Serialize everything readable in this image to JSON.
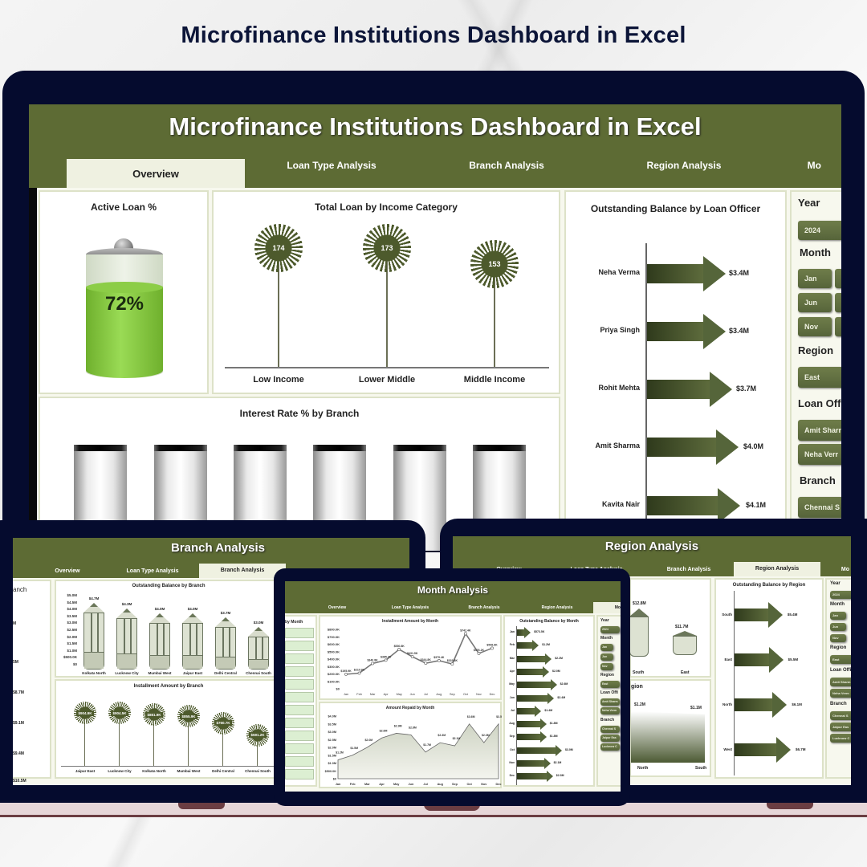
{
  "page_title": "Microfinance Institutions Dashboard in Excel",
  "overview": {
    "header_title": "Microfinance Institutions Dashboard in Excel",
    "tabs": [
      {
        "label": "Overview",
        "active": true
      },
      {
        "label": "Loan Type Analysis"
      },
      {
        "label": "Branch  Analysis"
      },
      {
        "label": "Region Analysis"
      },
      {
        "label": "Mo"
      }
    ],
    "active_loan": {
      "title": "Active Loan %",
      "value": "72%",
      "percent": 72
    },
    "income_chart": {
      "title": "Total Loan by Income Category",
      "items": [
        {
          "label": "Low Income",
          "value": "174"
        },
        {
          "label": "Lower Middle",
          "value": "173"
        },
        {
          "label": "Middle Income",
          "value": "153"
        }
      ]
    },
    "officer_chart": {
      "title": "Outstanding Balance by Loan Officer",
      "items": [
        {
          "label": "Neha Verma",
          "value": "$3.4M"
        },
        {
          "label": "Priya Singh",
          "value": "$3.4M"
        },
        {
          "label": "Rohit Mehta",
          "value": "$3.7M"
        },
        {
          "label": "Amit Sharma",
          "value": "$4.0M"
        },
        {
          "label": "Kavita Nair",
          "value": "$4.1M"
        }
      ]
    },
    "interest_chart": {
      "title": "Interest Rate % by Branch",
      "bars": 6
    },
    "slicers": {
      "year_label": "Year",
      "year_value": "2024",
      "month_label": "Month",
      "months": [
        "Jan",
        "Jun",
        "Nov"
      ],
      "region_label": "Region",
      "region_value": "East",
      "officer_label": "Loan Offi",
      "officers": [
        "Amit Sharn",
        "Neha Verr"
      ],
      "branch_label": "Branch",
      "branches": [
        "Chennai S"
      ]
    }
  },
  "branch": {
    "header_title": "Branch  Analysis",
    "tabs": [
      {
        "label": "Overview"
      },
      {
        "label": "Loan Type Analysis"
      },
      {
        "label": "Branch  Analysis",
        "active": true
      },
      {
        "label": "Region Analysis"
      }
    ],
    "left_title": "anch",
    "left_values": [
      "M",
      "5M",
      "$8.7M",
      "$9.1M",
      "$9.4M",
      "$10.5M"
    ],
    "outstanding": {
      "title": "Outstanding Balance by Branch",
      "yticks": [
        "$5.0M",
        "$4.5M",
        "$4.0M",
        "$3.5M",
        "$3.0M",
        "$2.5M",
        "$2.0M",
        "$1.5M",
        "$1.0M",
        "$500.0K",
        "$0"
      ],
      "items": [
        {
          "label": "Kolkata North",
          "value": "$4.7M"
        },
        {
          "label": "Lucknow City",
          "value": "$4.3M"
        },
        {
          "label": "Mumbai West",
          "value": "$4.0M"
        },
        {
          "label": "Jaipur East",
          "value": "$4.0M"
        },
        {
          "label": "Delhi Central",
          "value": "$3.7M"
        },
        {
          "label": "Chennai South",
          "value": "$3.0M"
        }
      ]
    },
    "installment": {
      "title": "Installment Amount by Branch",
      "items": [
        {
          "label": "Jaipur East",
          "value": "$904.9K"
        },
        {
          "label": "Lucknow City",
          "value": "$904.5K"
        },
        {
          "label": "Kolkata North",
          "value": "$881.9K"
        },
        {
          "label": "Mumbai West",
          "value": "$855.9K"
        },
        {
          "label": "Delhi Central",
          "value": "$760.7K"
        },
        {
          "label": "Chennai South",
          "value": "$591.2K"
        }
      ]
    }
  },
  "region": {
    "header_title": "Region Analysis",
    "tabs": [
      {
        "label": "Overview"
      },
      {
        "label": "Loan Type Analysis"
      },
      {
        "label": "Branch Analysis"
      },
      {
        "label": "Region Analysis",
        "active": true
      },
      {
        "label": "Mo"
      }
    ],
    "pencils": [
      {
        "label": "South",
        "value": "$12.8M"
      },
      {
        "label": "East",
        "value": "$11.7M"
      }
    ],
    "area": {
      "title": "gion",
      "points": [
        {
          "label": "North",
          "value": "$1.2M"
        },
        {
          "label": "South",
          "value": "$1.1M"
        }
      ]
    },
    "outstanding": {
      "title": "Outstanding Balance by Region",
      "items": [
        {
          "label": "South",
          "value": "$5.4M"
        },
        {
          "label": "East",
          "value": "$5.5M"
        },
        {
          "label": "North",
          "value": "$6.1M"
        },
        {
          "label": "West",
          "value": "$6.7M"
        }
      ]
    },
    "slicers": {
      "year_label": "Year",
      "year_value": "2024",
      "month_label": "Month",
      "months": [
        "Jan",
        "Jun",
        "Nov"
      ],
      "region_label": "Region",
      "region_value": "East",
      "officer_label": "Loan Offi",
      "officers": [
        "Amit Sharm",
        "Neha Verm"
      ],
      "branch_label": "Branch",
      "branches": [
        "Chennai S",
        "Jaipur Eas",
        "Lucknow C"
      ]
    }
  },
  "month": {
    "header_title": "Month Analysis",
    "tabs": [
      {
        "label": "Overview"
      },
      {
        "label": "Loan Type Analysis"
      },
      {
        "label": "Branch Analysis"
      },
      {
        "label": "Region Analysis"
      },
      {
        "label": "Mo",
        "active": true
      }
    ],
    "left_title": "by Month",
    "slicers": {
      "year_label": "Year",
      "year_value": "2024",
      "month_label": "Month",
      "months": [
        "Jan",
        "Jun",
        "Nov"
      ],
      "region_label": "Region",
      "region_value": "East",
      "officer_label": "Loan Offi",
      "officers": [
        "Amit Sharm",
        "Neha Verm"
      ],
      "branch_label": "Branch",
      "branches": [
        "Chennai S",
        "Jaipur Eas",
        "Lucknow C"
      ]
    }
  },
  "chart_data": [
    {
      "type": "bar",
      "title": "Total Loan by Income Category",
      "categories": [
        "Low Income",
        "Lower Middle",
        "Middle Income"
      ],
      "values": [
        174,
        173,
        153
      ]
    },
    {
      "type": "bar",
      "title": "Outstanding Balance by Loan Officer",
      "categories": [
        "Neha Verma",
        "Priya Singh",
        "Rohit Mehta",
        "Amit Sharma",
        "Kavita Nair"
      ],
      "values": [
        3.4,
        3.4,
        3.7,
        4.0,
        4.1
      ],
      "unit": "$M"
    },
    {
      "type": "bar",
      "title": "Outstanding Balance by Branch",
      "categories": [
        "Kolkata North",
        "Lucknow City",
        "Mumbai West",
        "Jaipur East",
        "Delhi Central",
        "Chennai South"
      ],
      "values": [
        4.7,
        4.3,
        4.0,
        4.0,
        3.7,
        3.0
      ],
      "unit": "$M",
      "ylim": [
        0,
        5
      ]
    },
    {
      "type": "bar",
      "title": "Installment Amount by Branch",
      "categories": [
        "Jaipur East",
        "Lucknow City",
        "Kolkata North",
        "Mumbai West",
        "Delhi Central",
        "Chennai South"
      ],
      "values": [
        904.9,
        904.5,
        881.9,
        855.9,
        760.7,
        591.2
      ],
      "unit": "$K"
    },
    {
      "type": "line",
      "title": "Installment Amount by Month",
      "categories": [
        "Jan",
        "Feb",
        "Mar",
        "Apr",
        "May",
        "Jun",
        "Jul",
        "Aug",
        "Sep",
        "Oct",
        "Nov",
        "Dec"
      ],
      "values": [
        195.9,
        210.9,
        340.8,
        385.2,
        530.8,
        431.5,
        344.8,
        379.4,
        333.8,
        742.4,
        476.2,
        546.6
      ],
      "unit": "$K",
      "ylim": [
        0,
        800
      ],
      "yticks": [
        "$0",
        "$100.0K",
        "$200.0K",
        "$300.0K",
        "$400.0K",
        "$500.0K",
        "$600.0K",
        "$700.0K",
        "$800.0K"
      ]
    },
    {
      "type": "area",
      "title": "Amount Repaid by Month",
      "categories": [
        "Jan",
        "Feb",
        "Mar",
        "Apr",
        "May",
        "Jun",
        "Jul",
        "Aug",
        "Sep",
        "Oct",
        "Nov",
        "Dec"
      ],
      "values": [
        1.2,
        1.5,
        2.0,
        2.6,
        2.9,
        2.8,
        1.7,
        2.3,
        2.1,
        3.5,
        2.3,
        3.5
      ],
      "labels": [
        "$1.2M",
        "$1.5M",
        "$2.0M",
        "$2.6M",
        "$2.9M",
        "$2.8M",
        "$1.7M",
        "$2.3M",
        "$2.1M",
        "$3.6M",
        "$2.3M",
        "$3.5M"
      ],
      "unit": "$M",
      "ylim": [
        0,
        4
      ]
    },
    {
      "type": "bar",
      "title": "Outstanding Balance by Month",
      "categories": [
        "Jan",
        "Feb",
        "Mar",
        "Apr",
        "May",
        "Jun",
        "Jul",
        "Aug",
        "Sep",
        "Oct",
        "Nov",
        "Dec"
      ],
      "values": [
        0.57,
        1.2,
        2.2,
        2.0,
        2.6,
        2.4,
        1.4,
        1.8,
        1.8,
        3.0,
        2.1,
        2.3
      ],
      "labels": [
        "$573.5K",
        "$1.2M",
        "$2.2M",
        "$2.0M",
        "$2.6M",
        "$2.4M",
        "$1.4M",
        "$1.8M",
        "$1.8M",
        "$3.0M",
        "$2.1M",
        "$2.3M"
      ]
    },
    {
      "type": "bar",
      "title": "Outstanding Balance by Region",
      "categories": [
        "South",
        "East",
        "North",
        "West"
      ],
      "values": [
        5.4,
        5.5,
        6.1,
        6.7
      ],
      "unit": "$M"
    },
    {
      "type": "pie",
      "title": "Active Loan %",
      "categories": [
        "Active"
      ],
      "values": [
        72
      ]
    }
  ]
}
